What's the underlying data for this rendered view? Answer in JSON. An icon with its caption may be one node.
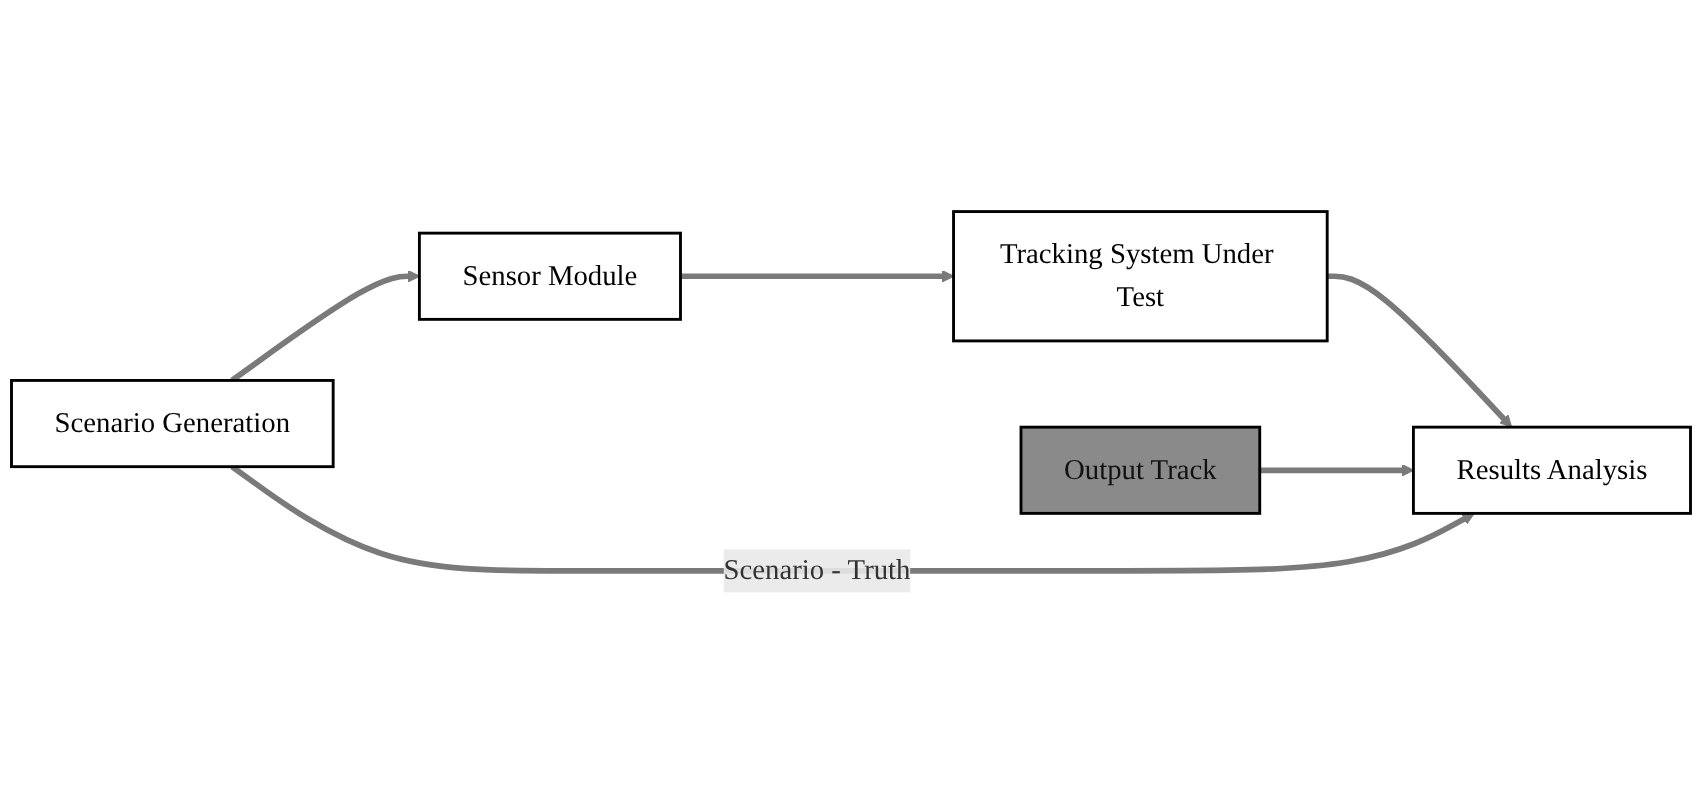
{
  "diagram": {
    "nodes": [
      {
        "text": [
          "Scenario Generation"
        ]
      },
      {
        "text": [
          "Sensor Module"
        ]
      },
      {
        "text": [
          "Tracking System Under Test"
        ]
      },
      {
        "text": [
          "Results Analysis"
        ]
      },
      {
        "text": [
          "Output Track"
        ]
      }
    ],
    "edges": [
      {
        "from": 0,
        "to": 1,
        "arrow": "to"
      },
      {
        "from": 1,
        "to": 2,
        "arrow": "to"
      },
      {
        "from": 2,
        "to": 3,
        "arrow": "to"
      },
      {
        "from": 4,
        "to": 3,
        "arrow": "to"
      },
      {
        "from": 0,
        "to": 3,
        "arrow": "to",
        "label": "Scenario - Truth"
      }
    ]
  }
}
